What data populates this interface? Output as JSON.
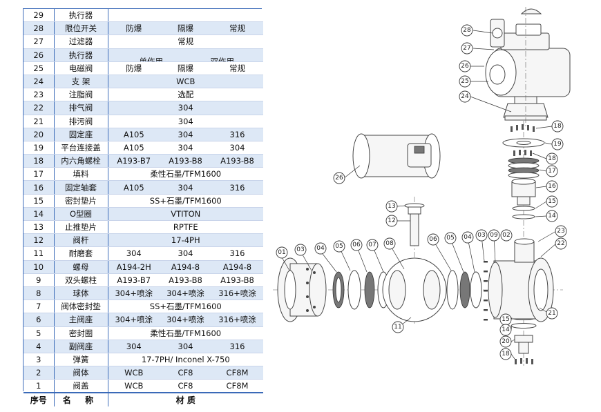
{
  "table": {
    "header": {
      "no": "序号",
      "name": "名 称",
      "material": "材 质"
    },
    "rows": [
      {
        "no": "29",
        "name": "执行器",
        "m": [
          "",
          "",
          ""
        ]
      },
      {
        "no": "28",
        "name": "限位开关",
        "m": [
          "防爆",
          "隔爆",
          "常规"
        ]
      },
      {
        "no": "27",
        "name": "过滤器",
        "span": "常规"
      },
      {
        "no": "26",
        "name": "执行器",
        "m2": [
          "单作用",
          "双作用"
        ]
      },
      {
        "no": "25",
        "name": "电磁阀",
        "m": [
          "防爆",
          "隔爆",
          "常规"
        ]
      },
      {
        "no": "24",
        "name": "支 架",
        "span": "WCB"
      },
      {
        "no": "23",
        "name": "注脂阀",
        "span": "选配"
      },
      {
        "no": "22",
        "name": "排气阀",
        "span": "304"
      },
      {
        "no": "21",
        "name": "排污阀",
        "span": "304"
      },
      {
        "no": "20",
        "name": "固定座",
        "m": [
          "A105",
          "304",
          "316"
        ]
      },
      {
        "no": "19",
        "name": "平台连接盖",
        "m": [
          "A105",
          "304",
          "304"
        ]
      },
      {
        "no": "18",
        "name": "内六角螺栓",
        "m": [
          "A193-B7",
          "A193-B8",
          "A193-B8"
        ]
      },
      {
        "no": "17",
        "name": "填料",
        "span": "柔性石墨/TFM1600"
      },
      {
        "no": "16",
        "name": "固定轴套",
        "m": [
          "A105",
          "304",
          "316"
        ]
      },
      {
        "no": "15",
        "name": "密封垫片",
        "span": "SS+石墨/TFM1600"
      },
      {
        "no": "14",
        "name": "O型圈",
        "span": "VTITON"
      },
      {
        "no": "13",
        "name": "止推垫片",
        "span": "RPTFE"
      },
      {
        "no": "12",
        "name": "阀杆",
        "span": "17-4PH"
      },
      {
        "no": "11",
        "name": "耐磨套",
        "m": [
          "304",
          "304",
          "316"
        ]
      },
      {
        "no": "10",
        "name": "螺母",
        "m": [
          "A194-2H",
          "A194-8",
          "A194-8"
        ]
      },
      {
        "no": "9",
        "name": "双头螺柱",
        "m": [
          "A193-B7",
          "A193-B8",
          "A193-B8"
        ]
      },
      {
        "no": "8",
        "name": "球体",
        "m": [
          "304+喷涂",
          "304+喷涂",
          "316+喷涂"
        ]
      },
      {
        "no": "7",
        "name": "阀体密封垫",
        "span": "SS+石墨/TFM1600"
      },
      {
        "no": "6",
        "name": "主阀座",
        "m": [
          "304+喷涂",
          "304+喷涂",
          "316+喷涂"
        ]
      },
      {
        "no": "5",
        "name": "密封圈",
        "span": "柔性石墨/TFM1600"
      },
      {
        "no": "4",
        "name": "副阀座",
        "m": [
          "304",
          "304",
          "316"
        ]
      },
      {
        "no": "3",
        "name": "弹簧",
        "span": "17-7PH/ Inconel X-750"
      },
      {
        "no": "2",
        "name": "阀体",
        "m": [
          "WCB",
          "CF8",
          "CF8M"
        ]
      },
      {
        "no": "1",
        "name": "阀盖",
        "m": [
          "WCB",
          "CF8",
          "CF8M"
        ]
      }
    ]
  },
  "callouts": {
    "c28": "28",
    "c27": "27",
    "c26a": "26",
    "c25": "25",
    "c24": "24",
    "c26b": "26",
    "c18a": "18",
    "c19": "19",
    "c18b": "18",
    "c17": "17",
    "c16": "16",
    "c15a": "15",
    "c14a": "14",
    "c13": "13",
    "c12": "12",
    "c23": "23",
    "c22": "22",
    "c21": "21",
    "c15b": "15",
    "c14b": "14",
    "c20": "20",
    "c18c": "18",
    "c11": "11",
    "l01": "01",
    "l03": "03",
    "l04": "04",
    "l05": "05",
    "l06": "06",
    "l07": "07",
    "l08": "08",
    "r06": "06",
    "r05": "05",
    "r04": "04",
    "r03": "03",
    "r09": "09",
    "r02": "02"
  },
  "colors": {
    "accent": "#3a6ab8",
    "row_tint": "#dde8f6"
  }
}
